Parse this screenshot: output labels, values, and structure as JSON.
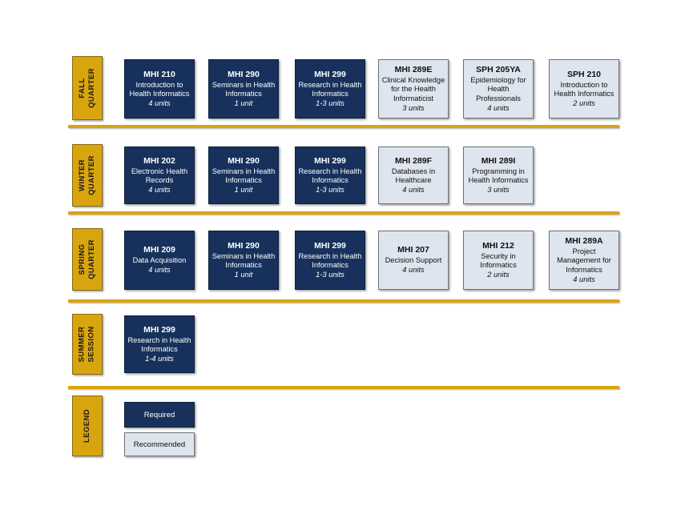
{
  "rows": [
    {
      "label": "FALL\nQUARTER",
      "label_line1": "FALL",
      "label_line2": "QUARTER",
      "courses": [
        {
          "code": "MHI 210",
          "title": "Introduction to Health Informatics",
          "units": "4 units",
          "type": "required"
        },
        {
          "code": "MHI 290",
          "title": "Seminars in Health Informatics",
          "units": "1 unit",
          "type": "required"
        },
        {
          "code": "MHI 299",
          "title": "Research in Health Informatics",
          "units": "1-3 units",
          "type": "required"
        },
        {
          "code": "MHI 289E",
          "title": "Clinical Knowledge for the Health Informaticist",
          "units": "3 units",
          "type": "recommended"
        },
        {
          "code": "SPH 205YA",
          "title": "Epidemiology for Health Professionals",
          "units": "4 units",
          "type": "recommended"
        },
        {
          "code": "SPH 210",
          "title": "Introduction to Health Informatics",
          "units": "2 units",
          "type": "recommended"
        }
      ]
    },
    {
      "label_line1": "WINTER",
      "label_line2": "QUARTER",
      "courses": [
        {
          "code": "MHI 202",
          "title": "Electronic Health Records",
          "units": "4 units",
          "type": "required"
        },
        {
          "code": "MHI 290",
          "title": "Seminars in Health Informatics",
          "units": "1 unit",
          "type": "required"
        },
        {
          "code": "MHI 299",
          "title": "Research in Health Informatics",
          "units": "1-3 units",
          "type": "required"
        },
        {
          "code": "MHI 289F",
          "title": "Databases in Healthcare",
          "units": "4 units",
          "type": "recommended"
        },
        {
          "code": "MHI 289I",
          "title": "Programming in Health Informatics",
          "units": "3 units",
          "type": "recommended"
        }
      ]
    },
    {
      "label_line1": "SPRING",
      "label_line2": "QUARTER",
      "courses": [
        {
          "code": "MHI 209",
          "title": "Data Acquisition",
          "units": "4 units",
          "type": "required"
        },
        {
          "code": "MHI 290",
          "title": "Seminars in Health Informatics",
          "units": "1 unit",
          "type": "required"
        },
        {
          "code": "MHI 299",
          "title": "Research in Health Informatics",
          "units": "1-3 units",
          "type": "required"
        },
        {
          "code": "MHI 207",
          "title": "Decision Support",
          "units": "4 units",
          "type": "recommended"
        },
        {
          "code": "MHI 212",
          "title": "Security in Informatics",
          "units": "2 units",
          "type": "recommended"
        },
        {
          "code": "MHI 289A",
          "title": "Project Management for Informatics",
          "units": "4 units",
          "type": "recommended"
        }
      ]
    },
    {
      "label_line1": "SUMMER",
      "label_line2": "SESSION",
      "courses": [
        {
          "code": "MHI 299",
          "title": "Research in Health Informatics",
          "units": "1-4 units",
          "type": "required"
        }
      ]
    }
  ],
  "legend": {
    "label_line1": "LEGEND",
    "label_line2": "",
    "required_label": "Required",
    "recommended_label": "Recommended"
  },
  "colors": {
    "gold": "#D9A50F",
    "navy": "#17315C",
    "light_blue": "#DEE5EF"
  }
}
